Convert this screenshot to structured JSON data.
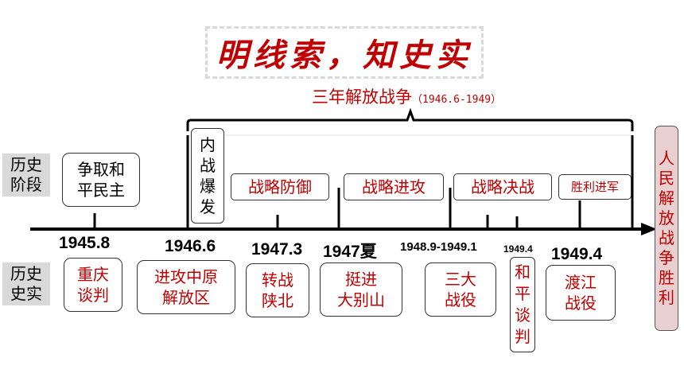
{
  "title": "明线索，知史实",
  "war": {
    "name": "三年解放战争",
    "dates": "（1946.6-1949）"
  },
  "side_labels": {
    "stage": [
      "历史",
      "阶段"
    ],
    "facts": [
      "历史",
      "史实"
    ]
  },
  "stages": {
    "peace": [
      "争取和",
      "平民主"
    ],
    "civil_war": [
      "内",
      "战",
      "爆",
      "发"
    ],
    "defense": "战略防御",
    "offense": "战略进攻",
    "decisive": "战略决战",
    "victory": "胜利进军"
  },
  "dates": {
    "d1": "1945.8",
    "d2": "1946.6",
    "d3": "1947.3",
    "d4": "1947夏",
    "d5": "1948.9-1949.1",
    "d6": "1949.4",
    "d7": "1949.4"
  },
  "events": {
    "chongqing": [
      "重庆",
      "谈判"
    ],
    "attack": [
      "进攻中原",
      "解放区"
    ],
    "shaanbei": [
      "转战",
      "陕北"
    ],
    "dabieshan": [
      "挺进",
      "大别山"
    ],
    "three_battles": [
      "三大",
      "战役"
    ],
    "peace_talk": [
      "和",
      "平",
      "谈",
      "判"
    ],
    "crossing": [
      "渡江",
      "战役"
    ]
  },
  "result": [
    "人",
    "民",
    "解",
    "放",
    "战",
    "争",
    "胜",
    "利"
  ],
  "colors": {
    "accent": "#c00000",
    "label_bg": "#d9d9d9",
    "result_bg": "#e8d0d0"
  }
}
